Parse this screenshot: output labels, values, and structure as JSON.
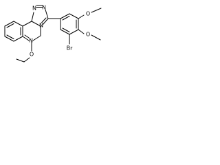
{
  "molecule": {
    "atom_labels": {
      "triazole_n1": "N",
      "triazole_n2": "N",
      "triazole_n3": "N",
      "pyridazine_n": "N",
      "ethoxy_o": "O",
      "methoxy_top_o": "O",
      "methoxy_bottom_o": "O",
      "bromine": "Br"
    }
  },
  "colors": {
    "bond": "#000000",
    "text": "#000000",
    "background": "#ffffff"
  }
}
